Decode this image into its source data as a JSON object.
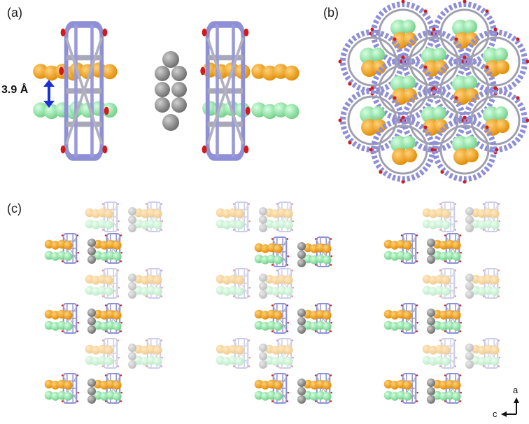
{
  "figure": {
    "panels": [
      {
        "label": "(a)"
      },
      {
        "label": "(b)"
      },
      {
        "label": "(c)"
      }
    ],
    "distance_label": "3.9 Å",
    "axes": {
      "vertical": "a",
      "horizontal": "c"
    },
    "colors": {
      "framework_bond": "#8e8fd6",
      "framework_metal": "#9a9aa8",
      "oxygen": "#d21a1a",
      "guest_orange": "#f0a01a",
      "guest_green": "#8ee0a0",
      "pillar_gray": "#808080",
      "arrow_blue": "#1a2fd6"
    }
  }
}
